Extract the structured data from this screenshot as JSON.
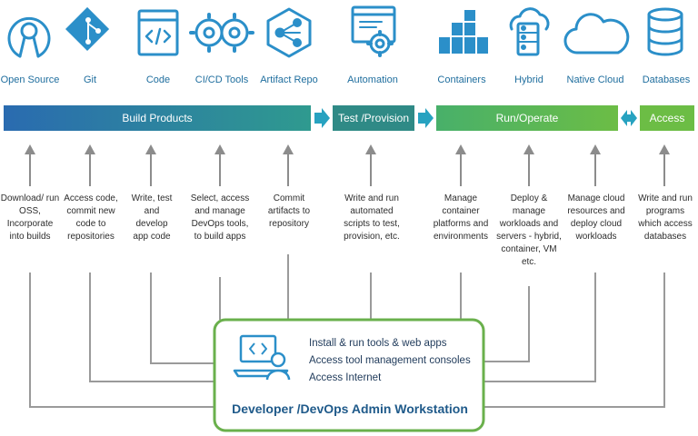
{
  "tools": [
    {
      "label": "Open Source",
      "icon": "open-source-icon"
    },
    {
      "label": "Git",
      "icon": "git-icon"
    },
    {
      "label": "Code",
      "icon": "code-icon"
    },
    {
      "label": "CI/CD Tools",
      "icon": "gears-icon"
    },
    {
      "label": "Artifact Repo",
      "icon": "artifact-repo-icon"
    },
    {
      "label": "Automation",
      "icon": "automation-icon"
    },
    {
      "label": "Containers",
      "icon": "containers-icon"
    },
    {
      "label": "Hybrid",
      "icon": "hybrid-cloud-server-icon"
    },
    {
      "label": "Native Cloud",
      "icon": "cloud-icon"
    },
    {
      "label": "Databases",
      "icon": "database-icon"
    }
  ],
  "phases": {
    "build": "Build Products",
    "test": "Test /Provision",
    "run": "Run/Operate",
    "access": "Access"
  },
  "descriptions": [
    "Download/ run OSS, Incorporate into builds",
    "Access code, commit new code to repositories",
    "Write, test and develop app code",
    "Select, access and manage DevOps tools, to build apps",
    "Commit artifacts to repository",
    "Write and run automated scripts to test, provision, etc.",
    "Manage container platforms and environments",
    "Deploy & manage workloads and servers - hybrid, container, VM etc.",
    "Manage cloud resources and deploy cloud workloads",
    "Write and run programs which access databases"
  ],
  "workstation": {
    "lines": [
      "Install & run tools & web apps",
      "Access tool management consoles",
      "Access Internet"
    ],
    "title": "Developer /DevOps Admin Workstation"
  },
  "colors": {
    "build_start": "#2a6fb0",
    "build_end": "#2f9a8f",
    "test": "#2f8a86",
    "run": "#5bb55a",
    "access": "#6cbd45",
    "icon_blue": "#2b8fc9",
    "arrow_teal": "#27a2c0",
    "workstation_border": "#6ab04c"
  }
}
